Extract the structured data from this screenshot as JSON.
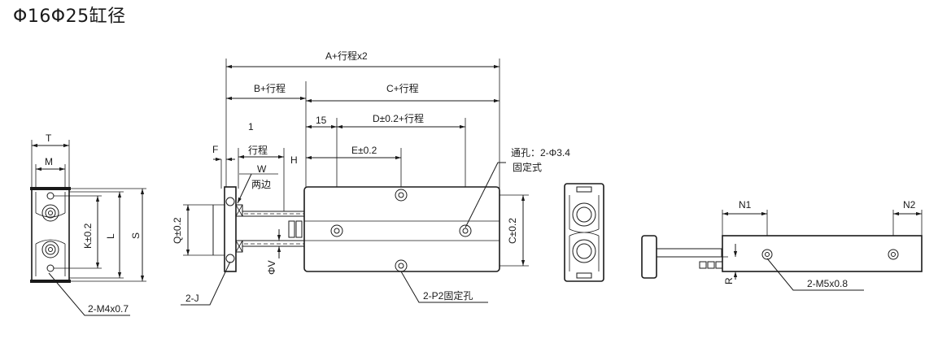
{
  "title": "Φ16Φ25缸径",
  "labels": {
    "T": "T",
    "M": "M",
    "K": "K±0.2",
    "L": "L",
    "S": "S",
    "M4": "2-M4x0.7",
    "A": "A+行程x2",
    "B": "B+行程",
    "C": "C+行程",
    "one": "1",
    "d15": "15",
    "D": "D±0.2+行程",
    "F": "F",
    "stroke": "行程",
    "H": "H",
    "E": "E±0.2",
    "W": "W",
    "two_sides": "两边",
    "through_hole": "通孔：2-Φ3.4",
    "fixed": "固定式",
    "Q": "Q±0.2",
    "C2": "C±0.2",
    "phiV": "ΦV",
    "J": "2-J",
    "P2": "2-P2固定孔",
    "N1": "N1",
    "N2": "N2",
    "R": "R",
    "M5": "2-M5x0.8"
  }
}
